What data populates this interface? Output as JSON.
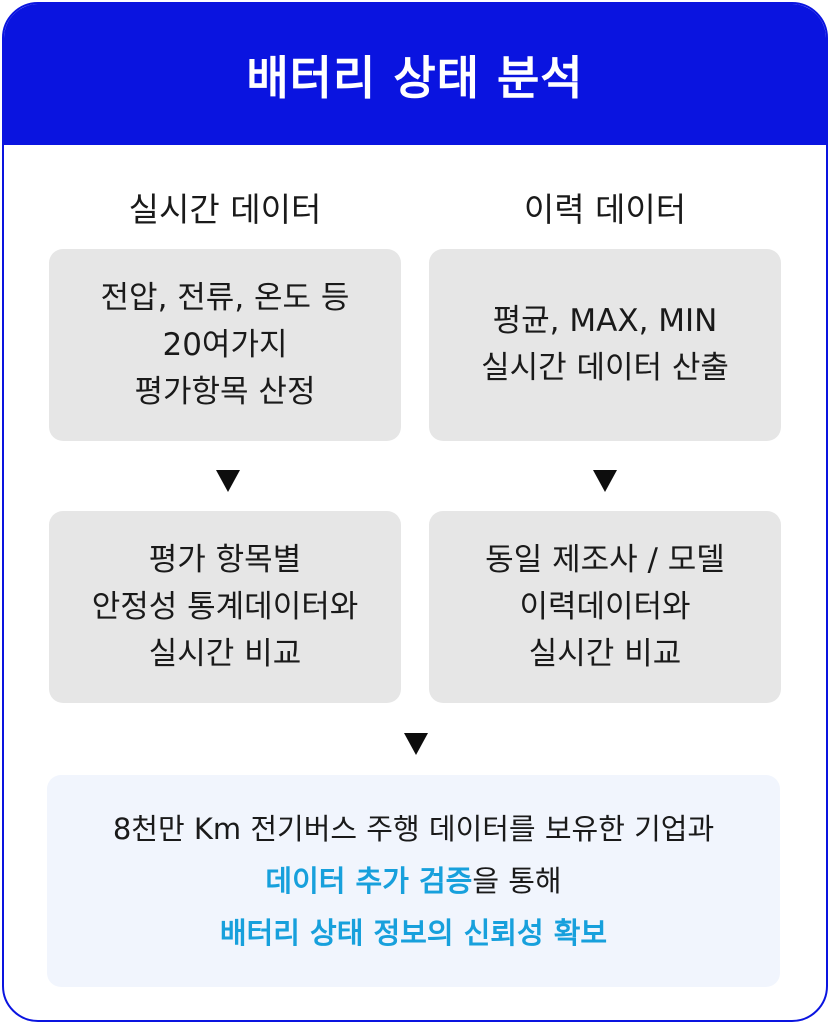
{
  "header": {
    "title": "배터리 상태 분석"
  },
  "left": {
    "title": "실시간 데이터",
    "box1": [
      "전압, 전류, 온도 등",
      "20여가지",
      "평가항목 산정"
    ],
    "box2": [
      "평가 항목별",
      "안정성 통계데이터와",
      "실시간 비교"
    ]
  },
  "right": {
    "title": "이력 데이터",
    "box1": [
      "평균, MAX, MIN",
      "실시간 데이터 산출"
    ],
    "box2": [
      "동일 제조사 / 모델",
      "이력데이터와",
      "실시간 비교"
    ]
  },
  "conclusion": {
    "line1": "8천만 Km 전기버스 주행 데이터를 보유한 기업과",
    "line2_highlight": "데이터 추가 검증",
    "line2_rest": "을 통해",
    "line3_highlight": "배터리 상태 정보의 신뢰성 확보"
  },
  "colors": {
    "header_bg": "#0a14e0",
    "box_bg": "#e6e6e6",
    "conclusion_bg": "#f1f5fd",
    "highlight": "#17a0dc"
  },
  "icons": {
    "flow_arrow": "down-triangle-icon"
  }
}
